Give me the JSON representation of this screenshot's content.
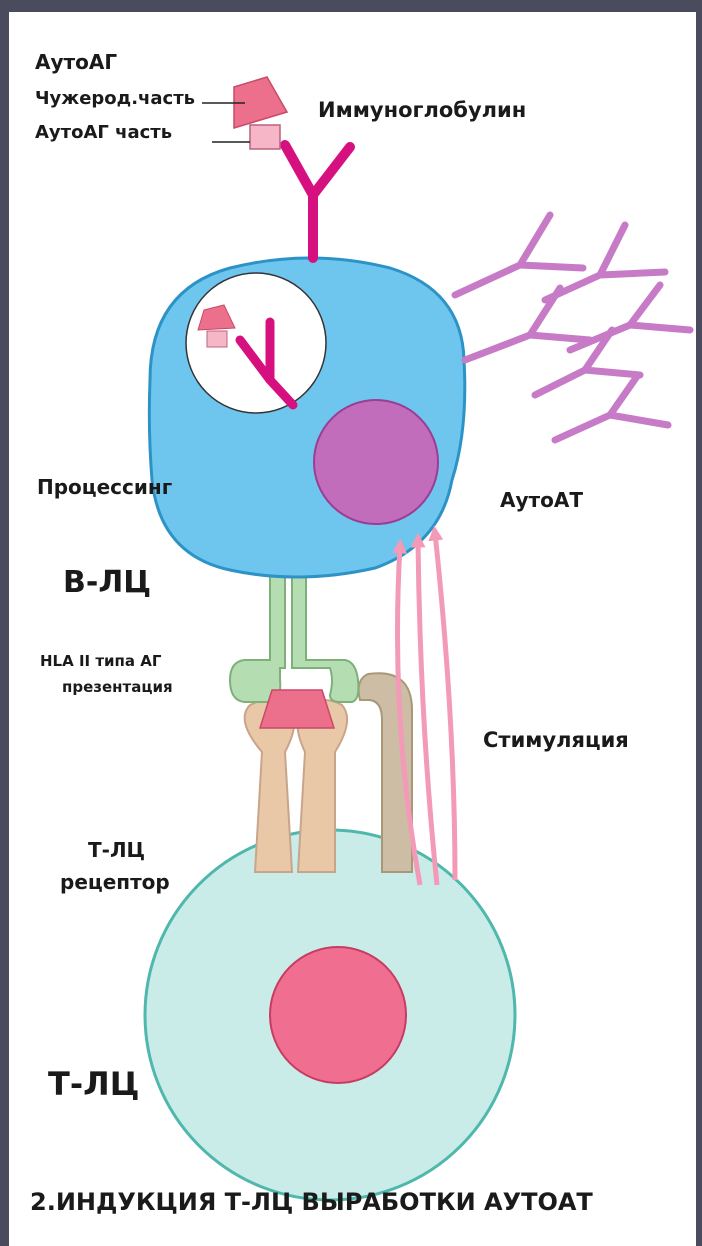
{
  "labels": {
    "autoag": "АутоАГ",
    "foreign_part": "Чужерод.часть",
    "auto_part": "АутоАГ часть",
    "immunoglobulin": "Иммуноглобулин",
    "processing": "Процессинг",
    "auto_at": "АутоАТ",
    "b_cell": "В-ЛЦ",
    "hla_line1": "HLA II типа АГ",
    "hla_line2": "презентация",
    "stimulation": "Стимуляция",
    "tcr_line1": "Т-ЛЦ",
    "tcr_line2": "рецептор",
    "t_cell": "Т-ЛЦ",
    "caption": "2.ИНДУКЦИЯ Т-ЛЦ ВЫРАБОТКИ АУТОАТ"
  },
  "colors": {
    "b_cell": "#6ec6ee",
    "t_cell": "#c9ece8",
    "nucleus_b": "#c26cbc",
    "nucleus_t": "#f06e90",
    "antibody": "#d6117f",
    "auto_antibodies": "#c77bc7",
    "antigen_foreign": "#ec6f8c",
    "antigen_self": "#f7b6c8",
    "hla": "#b5ddb2",
    "tcr": "#e9c8a8",
    "coreceptor": "#cdbda4",
    "stim_arrow": "#f29ab8"
  }
}
